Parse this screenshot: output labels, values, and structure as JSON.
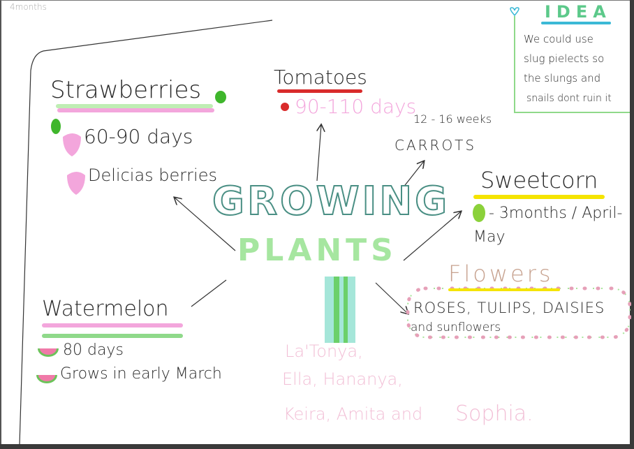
{
  "corner_note": "4months",
  "title": {
    "line1": "GROWING",
    "line2": "PLANTS"
  },
  "strawberries": {
    "title": "Strawberries",
    "items": [
      "60-90 days",
      "Delicias berries"
    ]
  },
  "tomatoes": {
    "title": "Tomatoes",
    "detail": "90-110 days"
  },
  "carrots": {
    "duration": "12 - 16 weeks",
    "title": "CARROTS"
  },
  "idea": {
    "title": "IDEA",
    "lines": [
      "We could use",
      "slug pielects so",
      "the slungs and",
      "snails dont ruin it"
    ]
  },
  "sweetcorn": {
    "title": "Sweetcorn",
    "detail_line1": "- 3months / April-",
    "detail_line2": "May"
  },
  "flowers": {
    "title": "Flowers",
    "line1": "ROSES, TULIPS, DAISIES",
    "line2": "and sunflowers"
  },
  "watermelon": {
    "title": "Watermelon",
    "items": [
      "80 days",
      "Grows in early March"
    ]
  },
  "authors": {
    "line1": "La'Tonya,",
    "line2": "Ella, Hananya,",
    "line3": "Keira, Amita and",
    "line4": "Sophia."
  },
  "colors": {
    "green": "#8fd98a",
    "pink": "#f3a6dc",
    "yellow": "#f5e400",
    "red": "#d92b2b",
    "teal": "#6fd0c0",
    "ink": "#2a2a2a"
  }
}
